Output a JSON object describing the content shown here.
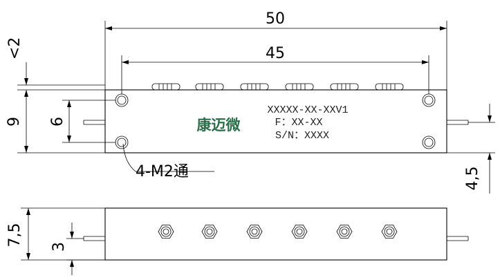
{
  "dimensions": {
    "overall_length": "50",
    "hole_spacing_x": "45",
    "max_top": "<2",
    "body_height": "9",
    "hole_spacing_y": "6",
    "connector_offset": "4,5",
    "bottom_height": "7,5",
    "bottom_offset": "3"
  },
  "callout": {
    "holes": "4-M2通"
  },
  "label": {
    "brand": "康迈微",
    "model": "XXXXX-XX-XXV1",
    "freq": "F：XX-XX",
    "serial": "S/N：XXXX"
  },
  "colors": {
    "line": "#000000",
    "brand": "#2c6e4a",
    "label_text": "#222222"
  }
}
